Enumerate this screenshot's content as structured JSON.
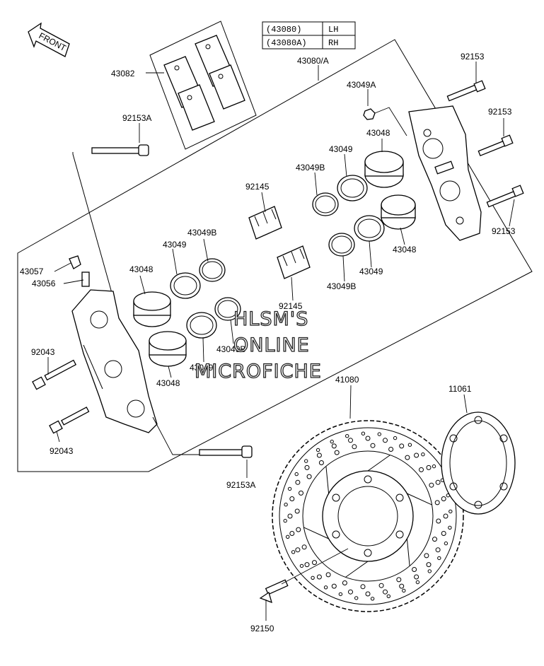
{
  "front_arrow": {
    "text": "FRONT"
  },
  "variant_table": [
    {
      "code": "(43080)",
      "side": "LH"
    },
    {
      "code": "(43080A)",
      "side": "RH"
    }
  ],
  "labels": {
    "p43082": "43082",
    "p43080a": "43080/A",
    "p92153_top": "92153",
    "p43049a": "43049A",
    "p92153_mid": "92153",
    "p92153a_top": "92153A",
    "p43048_r1": "43048",
    "p43049_r1": "43049",
    "p43049b_r1": "43049B",
    "p92145_top": "92145",
    "p92153_low": "92153",
    "p43048_r2": "43048",
    "p43049_l1": "43049",
    "p43049b_l1": "43049B",
    "p43057": "43057",
    "p43056": "43056",
    "p43048_l1": "43048",
    "p43049_r2": "43049",
    "p43049b_r2": "43049B",
    "p92145_bot": "92145",
    "p92043_top": "92043",
    "p43049b_l2": "43049B",
    "p43049_l2": "43049",
    "p43048_l2": "43048",
    "p41080": "41080",
    "p11061": "11061",
    "p92043_bot": "92043",
    "p92153a_bot": "92153A",
    "p92150": "92150"
  },
  "watermark": {
    "line1": "HLSM'S",
    "line2": "ONLINE",
    "line3": "MICROFICHE"
  }
}
